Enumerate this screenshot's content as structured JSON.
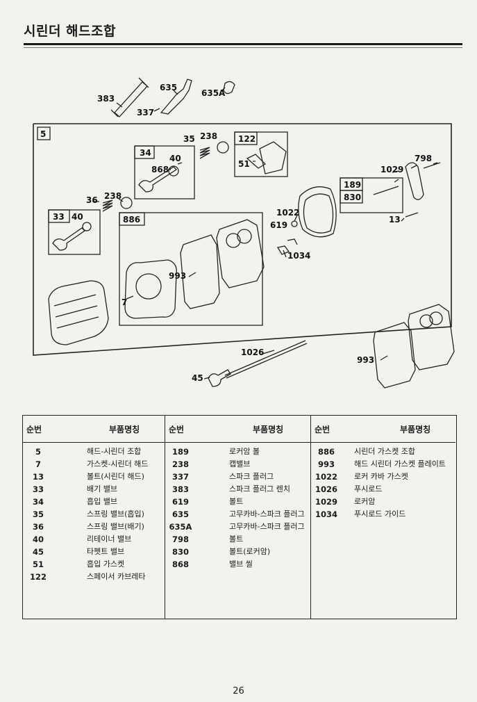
{
  "page": {
    "title": "시린더 해드조합",
    "page_number": "26"
  },
  "diagram": {
    "callouts": {
      "c383": "383",
      "c635": "635",
      "c635A": "635A",
      "c337": "337",
      "c5": "5",
      "c35": "35",
      "c238a": "238",
      "c34": "34",
      "c40a": "40",
      "c868": "868",
      "c122": "122",
      "c51": "51",
      "c798": "798",
      "c1029": "1029",
      "c189": "189",
      "c830": "830",
      "c36": "36",
      "c238b": "238",
      "c33": "33",
      "c40b": "40",
      "c886": "886",
      "c1022": "1022",
      "c619": "619",
      "c1034": "1034",
      "c13": "13",
      "c993a": "993",
      "c7": "7",
      "c1026": "1026",
      "c993b": "993",
      "c45": "45"
    }
  },
  "table": {
    "header_number": "순번",
    "header_name": "부품명칭",
    "columns": [
      [
        {
          "num": "5",
          "name": "해드-시린더 조합"
        },
        {
          "num": "7",
          "name": "가스켓-시린더 해드"
        },
        {
          "num": "13",
          "name": "볼트(시린더 해드)"
        },
        {
          "num": "33",
          "name": "배기 밸브"
        },
        {
          "num": "34",
          "name": "흡입 밸브"
        },
        {
          "num": "35",
          "name": "스프링 밸브(흡입)"
        },
        {
          "num": "36",
          "name": "스프링 밸브(배기)"
        },
        {
          "num": "40",
          "name": "리테이너 밸브"
        },
        {
          "num": "45",
          "name": "타펫트 밸브"
        },
        {
          "num": "51",
          "name": "흡입 가스켓"
        },
        {
          "num": "122",
          "name": "스페이서 카브레타"
        }
      ],
      [
        {
          "num": "189",
          "name": "로커암 볼"
        },
        {
          "num": "238",
          "name": "캡밸브"
        },
        {
          "num": "337",
          "name": "스파크 플러그"
        },
        {
          "num": "383",
          "name": "스파크 플러그 렌치"
        },
        {
          "num": "619",
          "name": "볼트"
        },
        {
          "num": "635",
          "name": "고무카바-스파크 플러그"
        },
        {
          "num": "635A",
          "name": "고무카바-스파크 플러그"
        },
        {
          "num": "798",
          "name": "볼트"
        },
        {
          "num": "830",
          "name": "볼트(로커암)"
        },
        {
          "num": "868",
          "name": "밸브 씰"
        }
      ],
      [
        {
          "num": "886",
          "name": "시린더 가스켓 조합"
        },
        {
          "num": "993",
          "name": "해드 시린더 가스켓 플레이트"
        },
        {
          "num": "1022",
          "name": "로커 카바 가스켓"
        },
        {
          "num": "1026",
          "name": "푸시로드"
        },
        {
          "num": "1029",
          "name": "로커암"
        },
        {
          "num": "1034",
          "name": "푸시로드 가이드"
        }
      ]
    ]
  }
}
